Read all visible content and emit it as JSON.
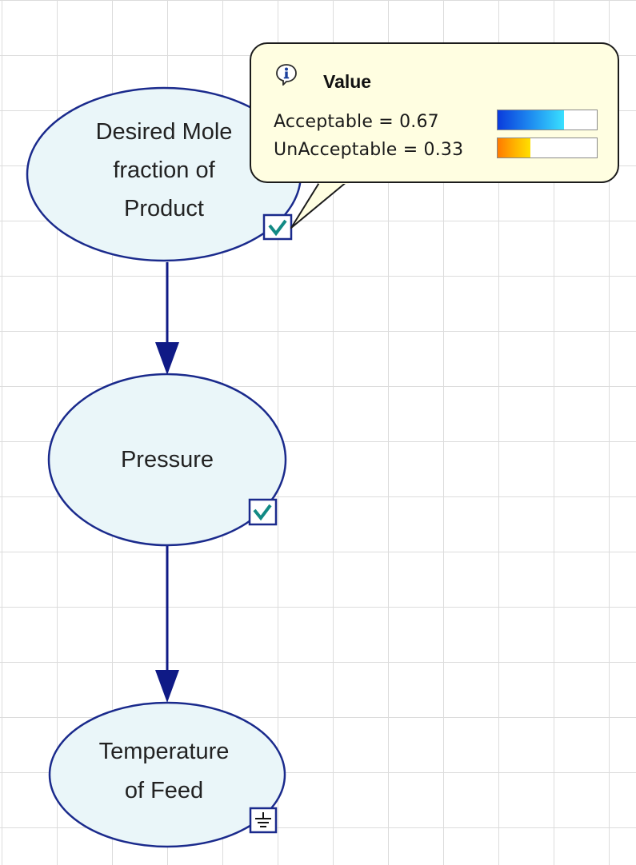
{
  "nodes": [
    {
      "id": "desired",
      "label_lines": [
        "Desired Mole",
        "fraction of",
        "Product"
      ],
      "status_icon": "check-icon"
    },
    {
      "id": "pressure",
      "label_lines": [
        "Pressure"
      ],
      "status_icon": "check-icon"
    },
    {
      "id": "temperature",
      "label_lines": [
        "Temperature",
        "of Feed"
      ],
      "status_icon": "ground-icon"
    }
  ],
  "edges": [
    {
      "from": "desired",
      "to": "pressure"
    },
    {
      "from": "pressure",
      "to": "temperature"
    }
  ],
  "tooltip": {
    "title": "Value",
    "icon": "info-icon",
    "rows": [
      {
        "text": "Acceptable = 0.67",
        "value": 0.67,
        "bar_color": "blue-gradient"
      },
      {
        "text": "UnAcceptable = 0.33",
        "value": 0.33,
        "bar_color": "orange-gradient"
      }
    ]
  },
  "colors": {
    "node_fill": "#eaf6f9",
    "node_stroke": "#1a2a8c",
    "edge": "#0f1a86",
    "check": "#128a84"
  }
}
